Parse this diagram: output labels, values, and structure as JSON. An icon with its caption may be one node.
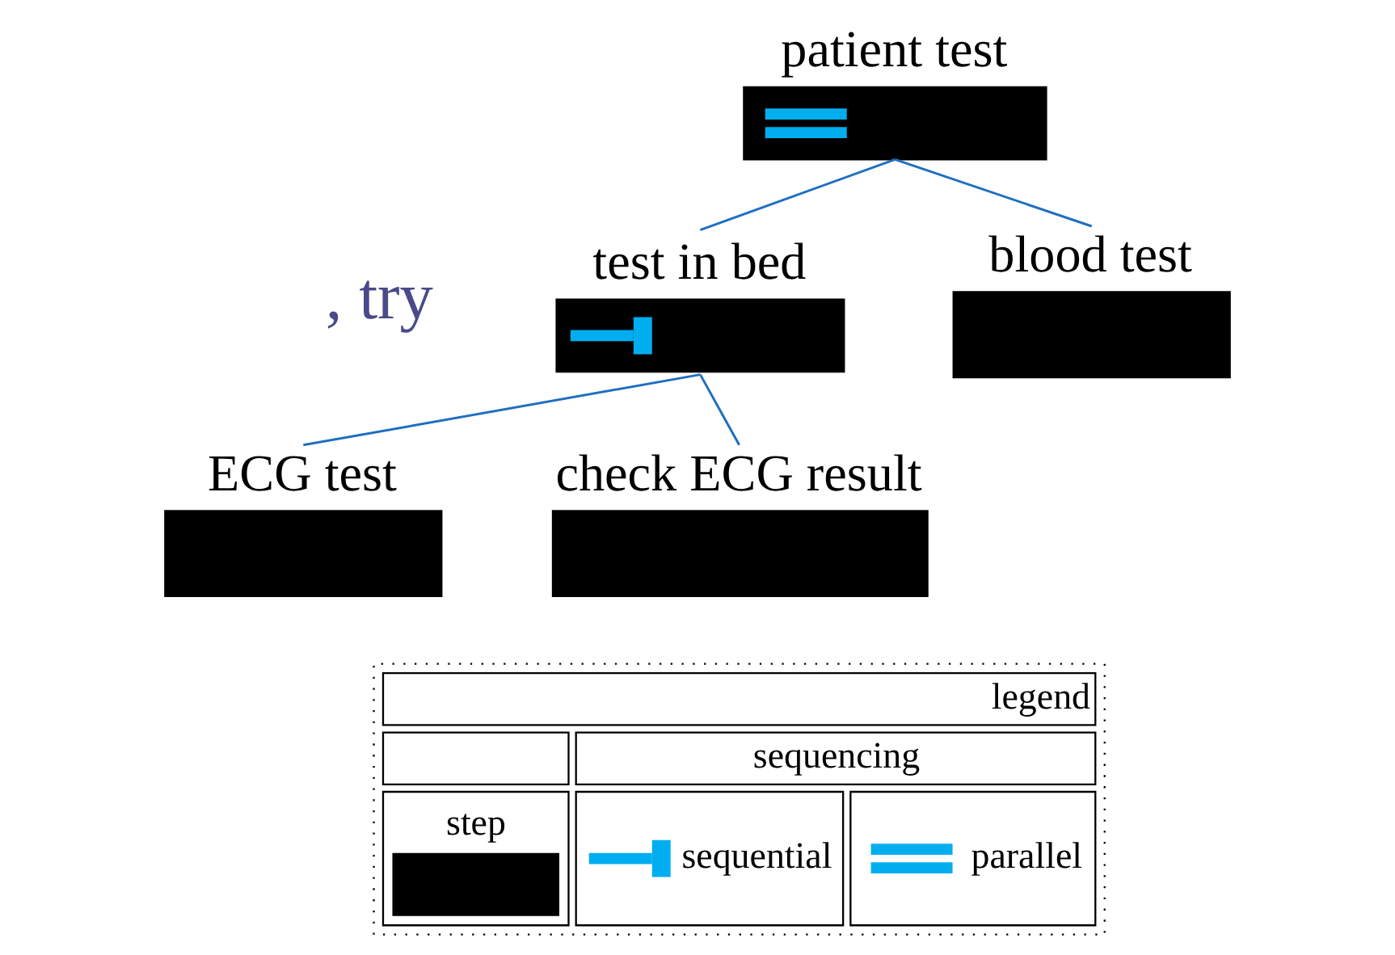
{
  "diagram": {
    "nodes": [
      {
        "text": [
          "patient test"
        ]
      },
      {
        "text": [
          "test in bed"
        ]
      },
      {
        "text": [
          "blood test"
        ]
      },
      {
        "text": [
          "ECG test"
        ]
      },
      {
        "text": [
          "check ECG result"
        ]
      }
    ],
    "edges": [
      {
        "from": 0,
        "to": 1,
        "arrow": "none"
      },
      {
        "from": 0,
        "to": 2,
        "arrow": "none"
      },
      {
        "from": 1,
        "to": 3,
        "arrow": "none"
      },
      {
        "from": 1,
        "to": 4,
        "arrow": "none"
      }
    ],
    "labels": [
      ", try",
      "legend",
      "sequencing"
    ],
    "legend": [
      {
        "text": "step",
        "color": "#000000"
      },
      {
        "text": "sequential"
      },
      {
        "text": "parallel"
      }
    ]
  }
}
